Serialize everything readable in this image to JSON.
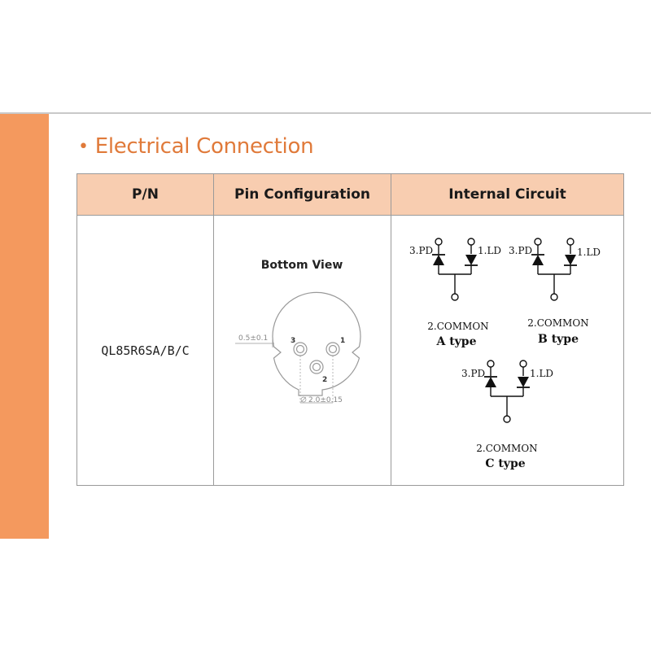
{
  "section": {
    "title": "Electrical Connection"
  },
  "table": {
    "headers": {
      "pn": "P/N",
      "pin_config": "Pin Configuration",
      "internal_circuit": "Internal Circuit"
    },
    "row": {
      "pn": "QL85R6SA/B/C"
    }
  },
  "pin_config": {
    "view_label": "Bottom View",
    "dim_pin_offset": "0.5±0.1",
    "dim_pin_dia": "2.0±0.15",
    "pin_numbers": [
      "3",
      "1",
      "2"
    ]
  },
  "internal_circuit": {
    "a": {
      "pd_label": "3.PD",
      "ld_label": "1.LD",
      "common_label": "2.COMMON",
      "type_label": "A type"
    },
    "b": {
      "pd_label": "3.PD",
      "ld_label": "1.LD",
      "common_label": "2.COMMON",
      "type_label": "B type"
    },
    "c": {
      "pd_label": "3.PD",
      "ld_label": "1.LD",
      "common_label": "2.COMMON",
      "type_label": "C type"
    }
  },
  "colors": {
    "accent_orange": "#f4995e",
    "heading_orange": "#e07a3a",
    "header_fill": "#f8cdb0"
  }
}
